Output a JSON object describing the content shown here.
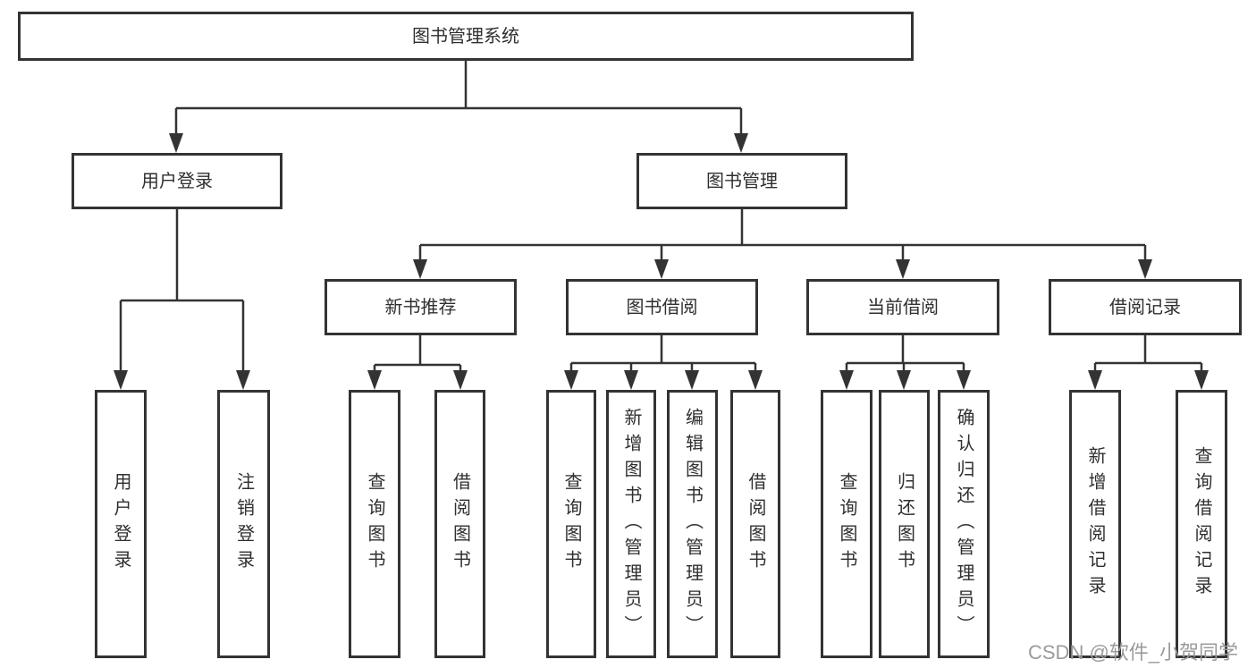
{
  "diagram_title": "图书管理系统",
  "colors": {
    "line": "#333333",
    "box_border": "#333333",
    "text": "#2f2f2f",
    "watermark": "#9b9b9b",
    "background": "#ffffff"
  },
  "nodes": {
    "root": {
      "label": "图书管理系统"
    },
    "user_login": {
      "label": "用户登录"
    },
    "book_mgmt": {
      "label": "图书管理"
    },
    "new_book_rec": {
      "label": "新书推荐"
    },
    "book_borrow": {
      "label": "图书借阅"
    },
    "current_borrow": {
      "label": "当前借阅"
    },
    "borrow_records": {
      "label": "借阅记录"
    },
    "leaf_user_login": {
      "label": "用户登录"
    },
    "leaf_logout": {
      "label": "注销登录"
    },
    "leaf_query_books_rec": {
      "label": "查询图书"
    },
    "leaf_borrow_books_rec": {
      "label": "借阅图书"
    },
    "leaf_query_books_borrow": {
      "label": "查询图书"
    },
    "leaf_add_books_admin": {
      "label": "新增图书（管理员）"
    },
    "leaf_edit_books_admin": {
      "label": "编辑图书（管理员）"
    },
    "leaf_borrow_books_borrow": {
      "label": "借阅图书"
    },
    "leaf_query_books_current": {
      "label": "查询图书"
    },
    "leaf_return_books": {
      "label": "归还图书"
    },
    "leaf_confirm_return_admin": {
      "label": "确认归还（管理员）"
    },
    "leaf_add_borrow_record": {
      "label": "新增借阅记录"
    },
    "leaf_query_borrow_record": {
      "label": "查询借阅记录"
    }
  },
  "edges": [
    [
      "root",
      "user_login"
    ],
    [
      "root",
      "book_mgmt"
    ],
    [
      "user_login",
      "leaf_user_login"
    ],
    [
      "user_login",
      "leaf_logout"
    ],
    [
      "book_mgmt",
      "new_book_rec"
    ],
    [
      "book_mgmt",
      "book_borrow"
    ],
    [
      "book_mgmt",
      "current_borrow"
    ],
    [
      "book_mgmt",
      "borrow_records"
    ],
    [
      "new_book_rec",
      "leaf_query_books_rec"
    ],
    [
      "new_book_rec",
      "leaf_borrow_books_rec"
    ],
    [
      "book_borrow",
      "leaf_query_books_borrow"
    ],
    [
      "book_borrow",
      "leaf_add_books_admin"
    ],
    [
      "book_borrow",
      "leaf_edit_books_admin"
    ],
    [
      "book_borrow",
      "leaf_borrow_books_borrow"
    ],
    [
      "current_borrow",
      "leaf_query_books_current"
    ],
    [
      "current_borrow",
      "leaf_return_books"
    ],
    [
      "current_borrow",
      "leaf_confirm_return_admin"
    ],
    [
      "borrow_records",
      "leaf_add_borrow_record"
    ],
    [
      "borrow_records",
      "leaf_query_borrow_record"
    ]
  ],
  "watermark": {
    "text": "CSDN @软件_小贺同学"
  }
}
